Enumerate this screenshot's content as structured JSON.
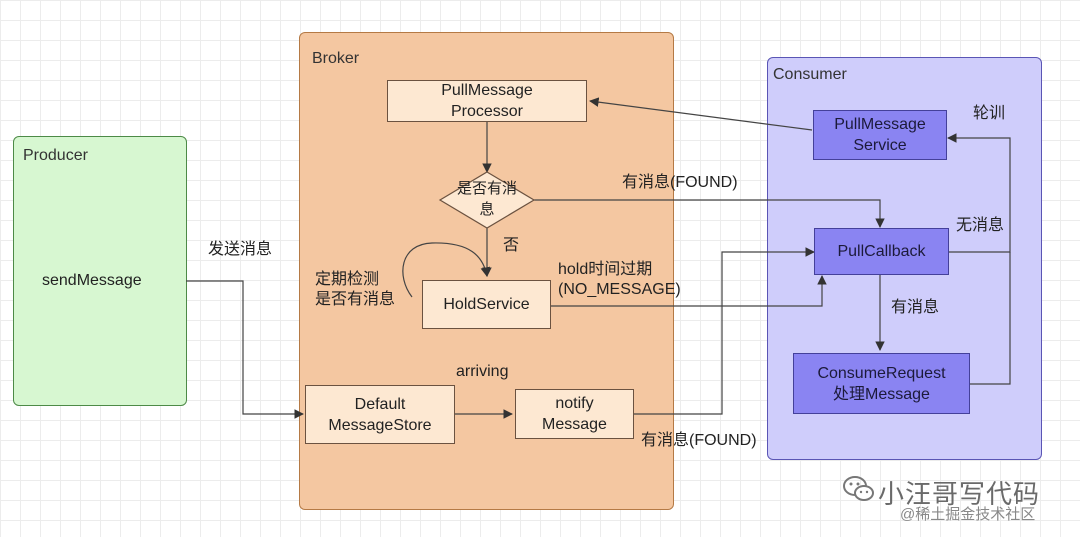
{
  "containers": {
    "producer": "Producer",
    "broker": "Broker",
    "consumer": "Consumer"
  },
  "producer": {
    "send_message": "sendMessage"
  },
  "broker": {
    "pull_message_processor": "PullMessage\nProcessor",
    "decision": "是否有消\n息",
    "hold_service": "HoldService",
    "default_message_store": "Default\nMessageStore",
    "notify_message": "notify\nMessage",
    "periodic_check": "定期检测\n是否有消息",
    "no": "否",
    "arriving": "arriving"
  },
  "consumer": {
    "pull_message_service": "PullMessage\nService",
    "pull_callback": "PullCallback",
    "consume_request": "ConsumeRequest\n处理Message",
    "polling": "轮训",
    "no_message": "无消息",
    "has_message": "有消息"
  },
  "edge_labels": {
    "send_msg": "发送消息",
    "found_top": "有消息(FOUND)",
    "hold_expired": "hold时间过期\n(NO_MESSAGE)",
    "found_bottom": "有消息(FOUND)"
  },
  "watermark": {
    "title": "小汪哥写代码",
    "sub": "@稀土掘金技术社区"
  },
  "colors": {
    "producer_fill": "#d7f7d1",
    "broker_fill": "#f4c7a1",
    "consumer_fill": "#cfcdfb",
    "consumer_node": "#8a84f2",
    "broker_node": "#fde8d2"
  }
}
